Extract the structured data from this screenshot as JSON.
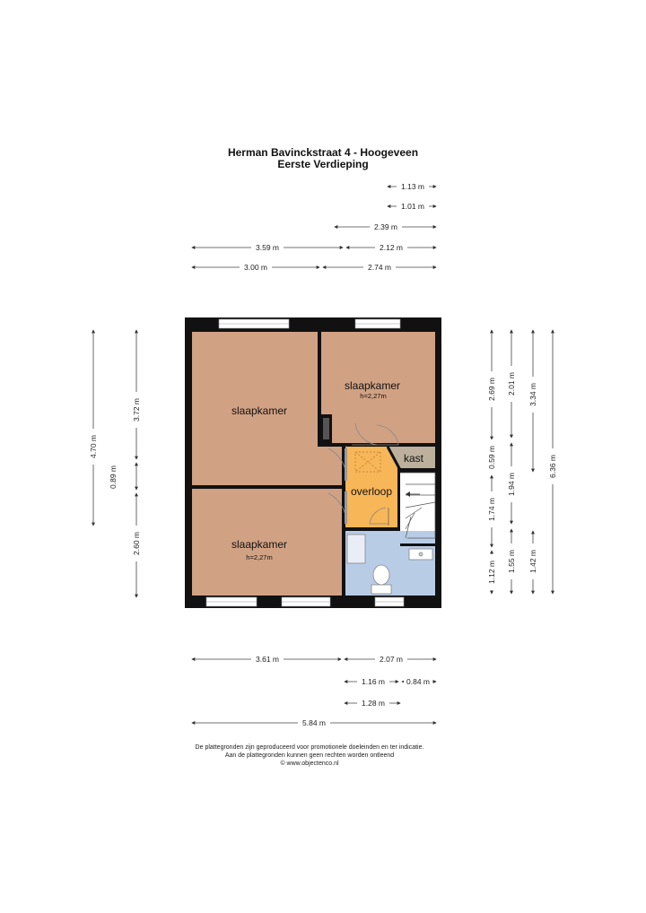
{
  "header": {
    "address": "Herman Bavinckstraat 4 - Hoogeveen",
    "floor": "Eerste Verdieping"
  },
  "rooms": {
    "bedroom_left_top": {
      "label": "slaapkamer"
    },
    "bedroom_right_top": {
      "label": "slaapkamer",
      "height": "h=2,27m"
    },
    "bedroom_left_bottom": {
      "label": "slaapkamer",
      "height": "h=2,27m"
    },
    "landing": {
      "label": "overloop"
    },
    "closet": {
      "label": "kast"
    }
  },
  "dimensions": {
    "top": [
      "1.13 m",
      "1.01 m",
      "2.39 m",
      "3.59 m",
      "2.12 m",
      "3.00 m",
      "2.74 m"
    ],
    "left": [
      "4.70 m",
      "0.89 m",
      "3.72 m",
      "2.60 m"
    ],
    "right": [
      "2.69 m",
      "2.01 m",
      "3.34 m",
      "0.59 m",
      "1.94 m",
      "1.74 m",
      "6.36 m",
      "1.12 m",
      "1.55 m",
      "1.42 m"
    ],
    "bottom": [
      "3.61 m",
      "2.07 m",
      "1.16 m",
      "0.84 m",
      "1.28 m",
      "5.84 m"
    ]
  },
  "footer": {
    "line1": "De plattegronden zijn geproduceerd voor promotionele doeleinden en ter indicatie.",
    "line2": "Aan de plattegronden kunnen geen rechten worden ontleend",
    "line3": "© www.objectenco.nl"
  },
  "colors": {
    "bedroom": "#d1a183",
    "landing": "#f7b658",
    "bathroom": "#b9cce6",
    "closet": "#bdb09c",
    "wall": "#111111"
  }
}
